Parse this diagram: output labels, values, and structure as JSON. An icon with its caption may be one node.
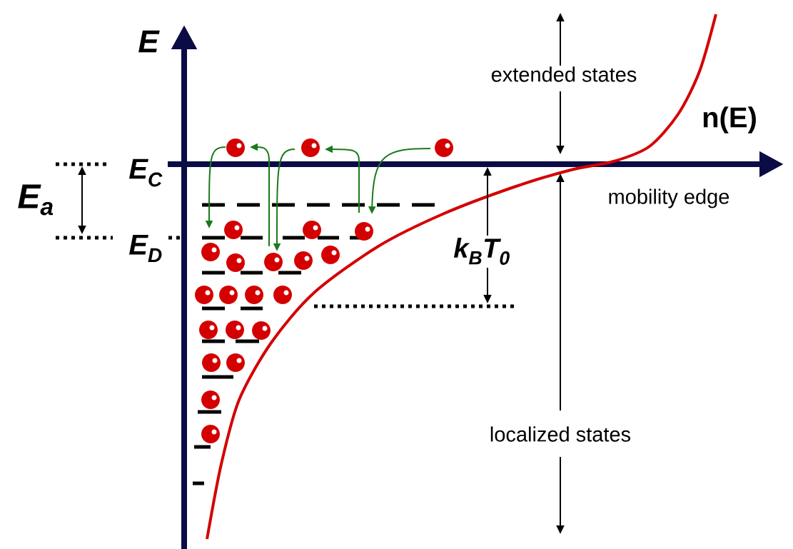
{
  "diagram": {
    "labels": [
      "E",
      "extended states",
      "n(E)",
      "E$_{C}$",
      "E$_{a}$",
      "mobility edge",
      "E$_{D}$",
      "k$_{B}$T$_{0}$",
      "localized states"
    ]
  }
}
